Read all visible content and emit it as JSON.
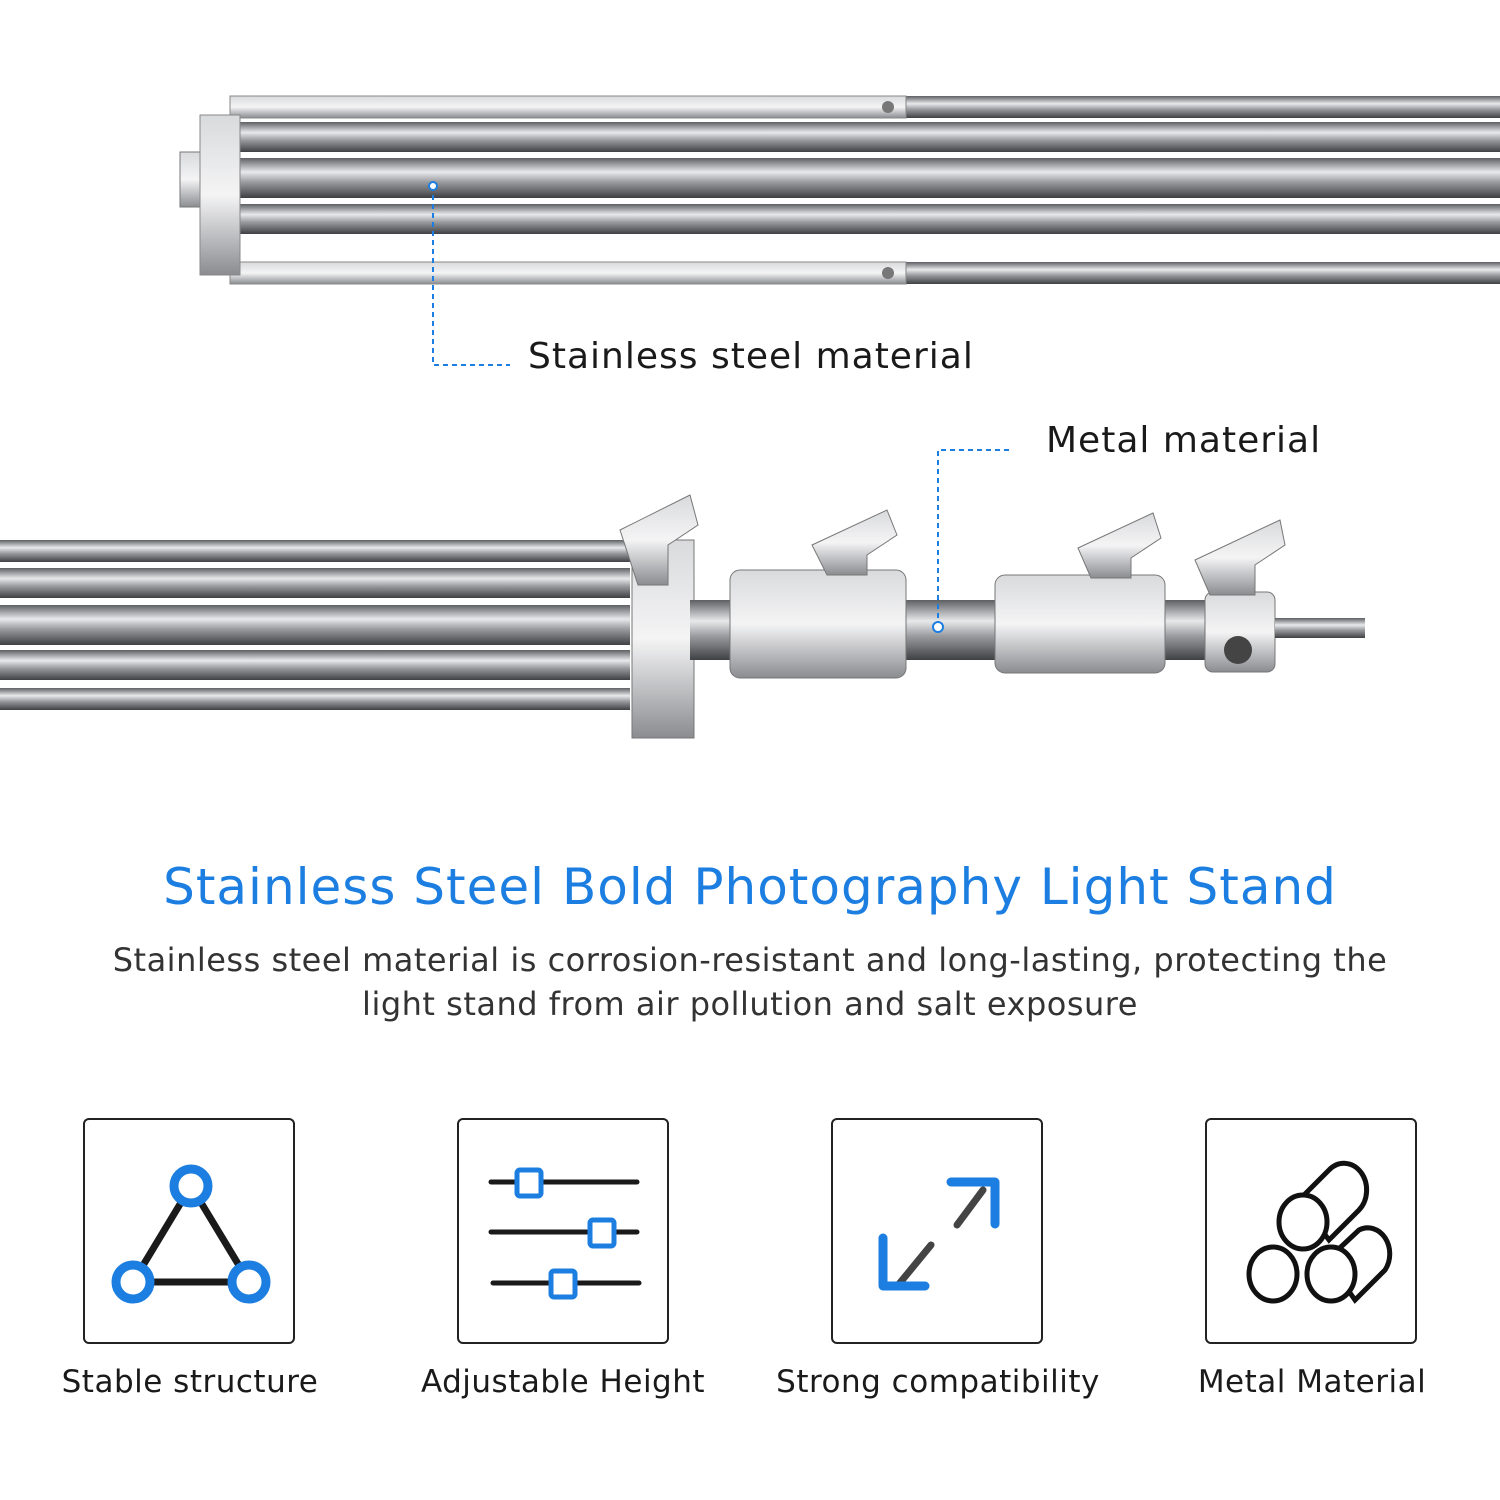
{
  "callouts": {
    "top": "Stainless steel material",
    "middle": "Metal material"
  },
  "headline": "Stainless Steel Bold Photography Light Stand",
  "description": {
    "line1": "Stainless steel material is corrosion-resistant and long-lasting, protecting the",
    "line2": "light stand from air pollution and salt exposure"
  },
  "features": [
    {
      "label": "Stable structure",
      "icon": "triangle-nodes-icon"
    },
    {
      "label": "Adjustable Height",
      "icon": "sliders-icon"
    },
    {
      "label": "Strong compatibility",
      "icon": "expand-arrows-icon"
    },
    {
      "label": "Metal Material",
      "icon": "metal-rods-icon"
    }
  ],
  "colors": {
    "accent": "#1b7ee0",
    "text": "#1a1a1a"
  }
}
